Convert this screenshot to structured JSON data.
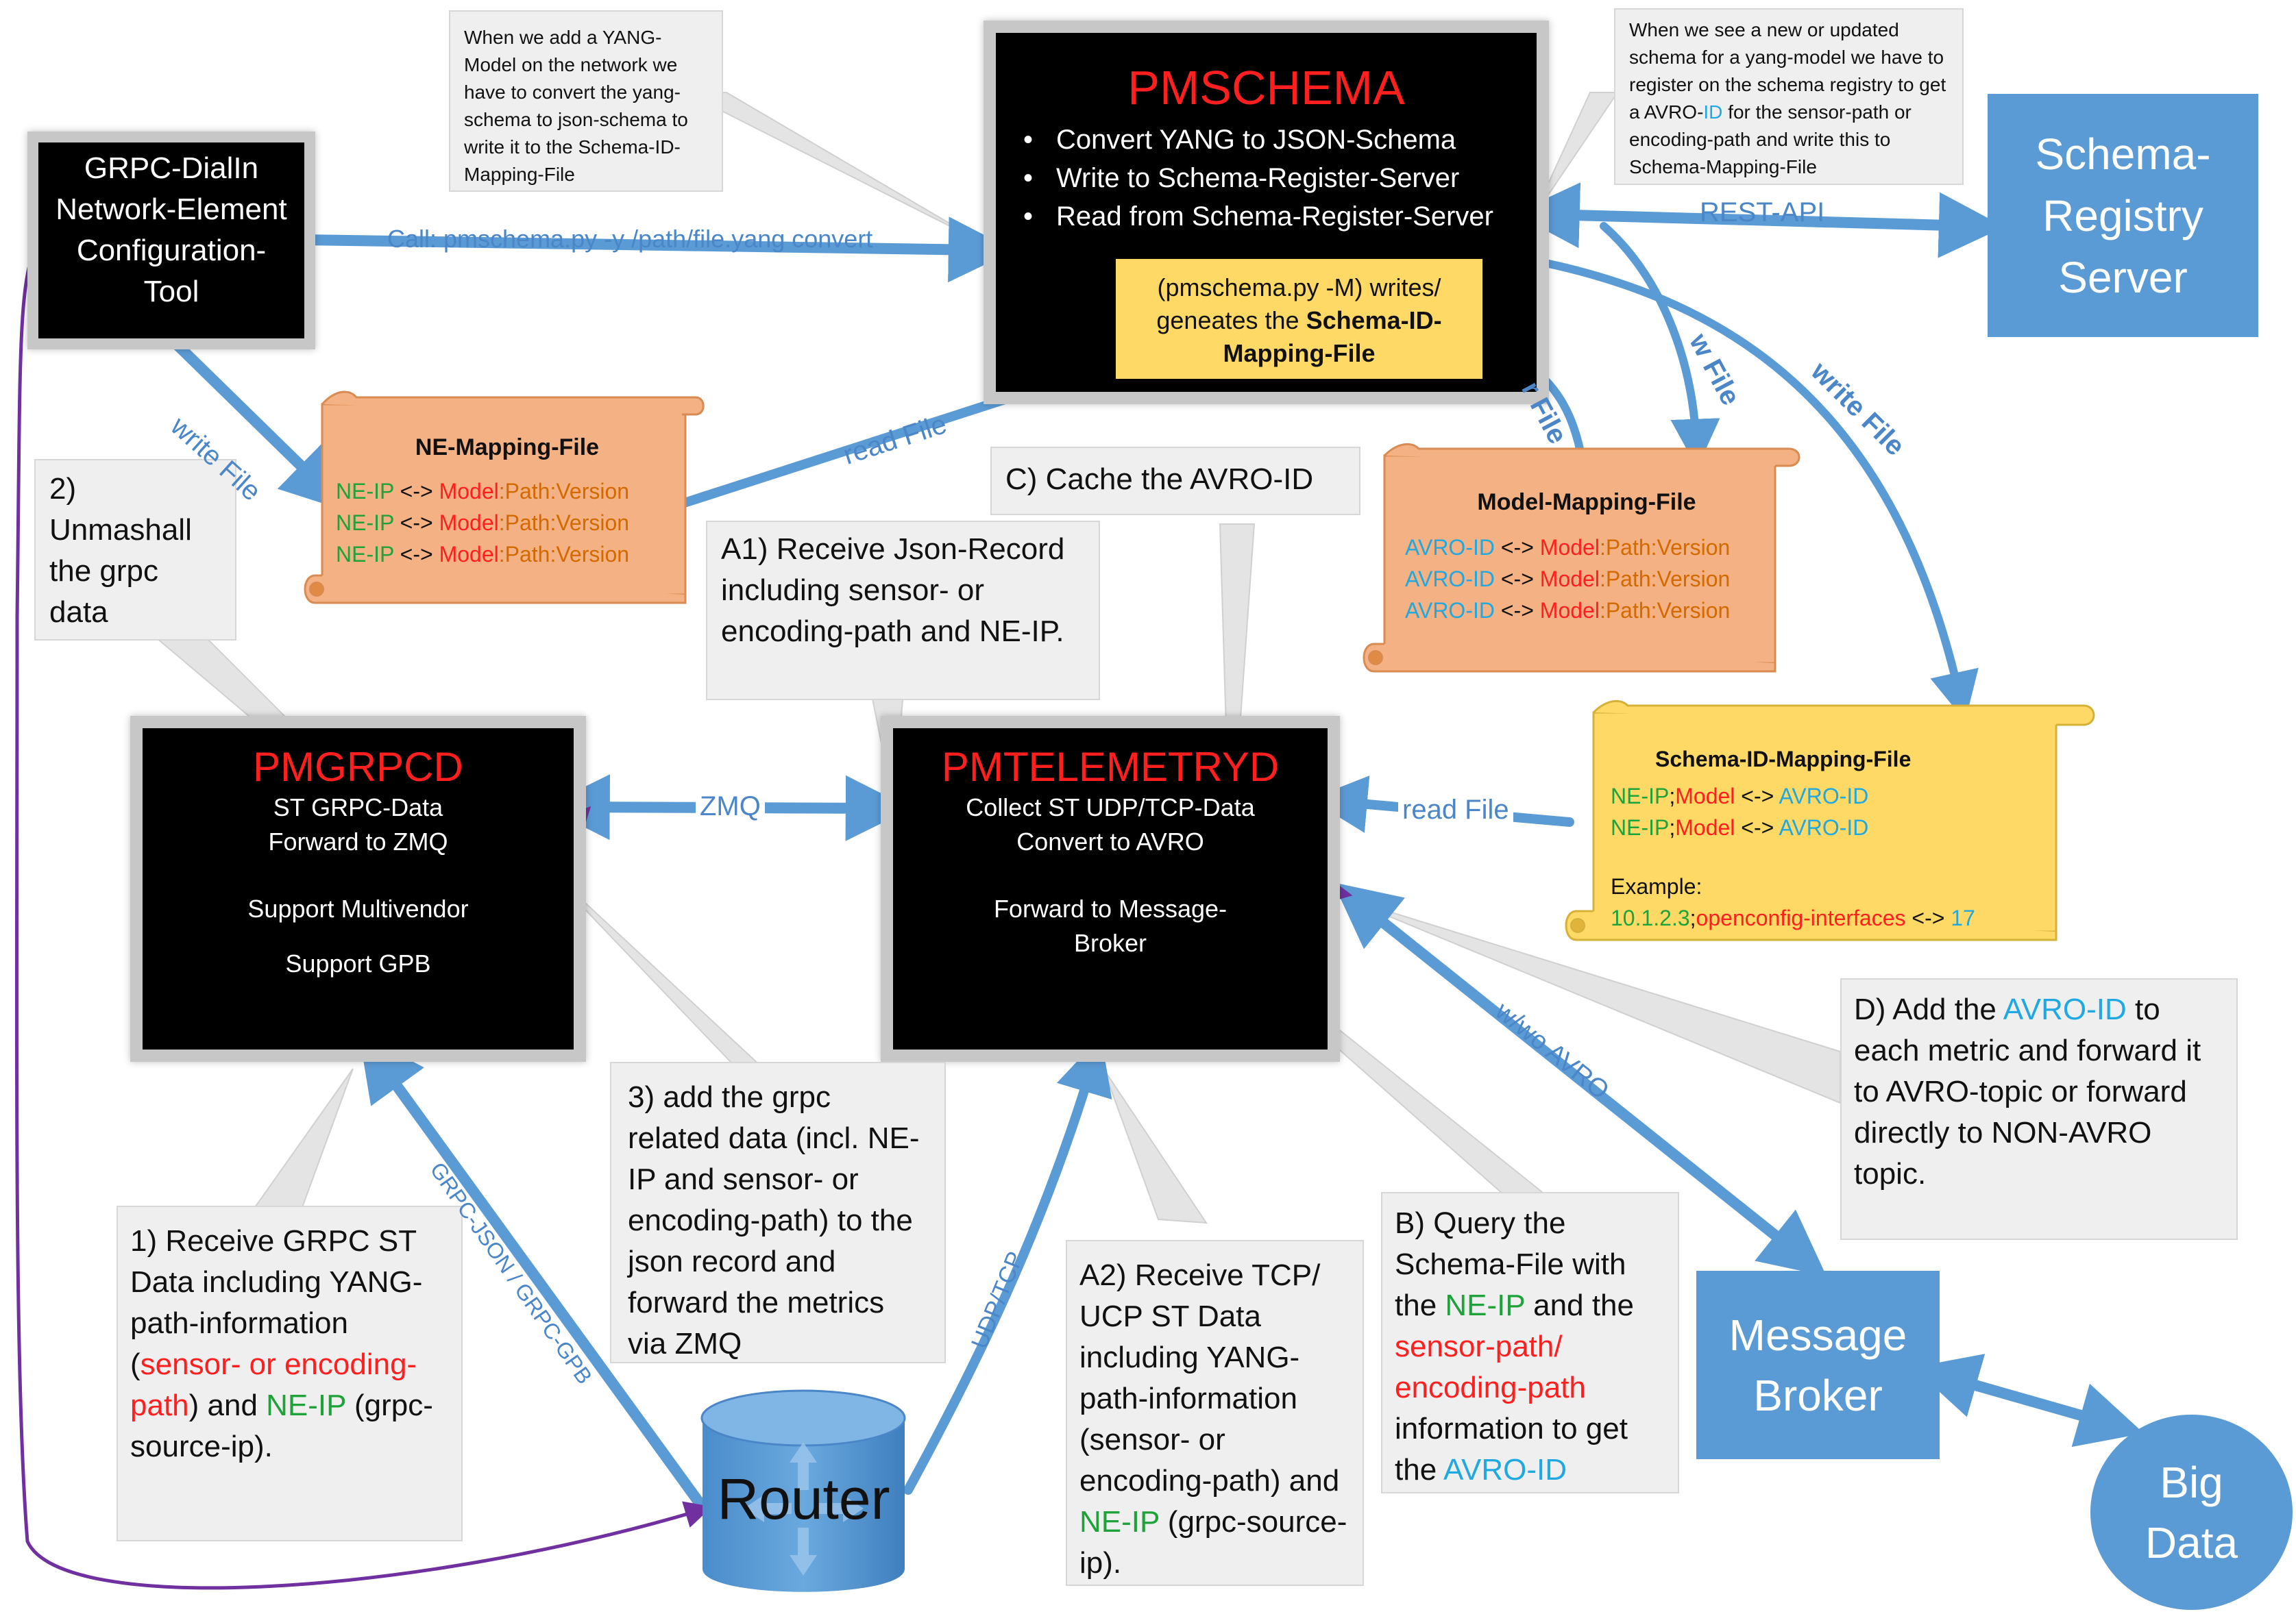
{
  "pmschema": {
    "title": "PMSCHEMA",
    "bullets": [
      "Convert YANG to JSON-Schema",
      "Write to Schema-Register-Server",
      "Read from Schema-Register-Server"
    ],
    "inner_box": {
      "line1": "(pmschema.py -M) writes/",
      "line2_prefix": "geneates the ",
      "line2_bold": "Schema-ID-",
      "line3_bold": "Mapping-File"
    }
  },
  "grpc_tool": {
    "lines": [
      "GRPC-DialIn",
      "Network-Element",
      "Configuration-",
      "Tool"
    ]
  },
  "schema_registry": {
    "lines": [
      "Schema-",
      "Registry",
      "Server"
    ]
  },
  "message_broker": {
    "lines": [
      "Message",
      "Broker"
    ]
  },
  "big_data": {
    "lines": [
      "Big",
      "Data"
    ]
  },
  "router": {
    "label": "Router"
  },
  "pmgrpcd": {
    "title": "PMGRPCD",
    "lines": [
      "ST GRPC-Data",
      "Forward to ZMQ",
      "",
      "Support Multivendor",
      "",
      "Support GPB"
    ]
  },
  "pmtelemetryd": {
    "title": "PMTELEMETRYD",
    "lines": [
      "Collect ST UDP/TCP-Data",
      "Convert to AVRO",
      "",
      "Forward to Message-",
      "Broker"
    ]
  },
  "ne_mapping": {
    "title": "NE-Mapping-File",
    "rows": [
      {
        "a": "NE-IP",
        "sep": " <-> ",
        "b": "Model",
        "c": ":Path:Version"
      },
      {
        "a": "NE-IP",
        "sep": " <-> ",
        "b": "Model",
        "c": ":Path:Version"
      },
      {
        "a": "NE-IP",
        "sep": " <-> ",
        "b": "Model",
        "c": ":Path:Version"
      }
    ]
  },
  "model_mapping": {
    "title": "Model-Mapping-File",
    "rows": [
      {
        "a": "AVRO-ID",
        "sep": " <-> ",
        "b": "Model",
        "c": ":Path:Version"
      },
      {
        "a": "AVRO-ID",
        "sep": " <-> ",
        "b": "Model",
        "c": ":Path:Version"
      },
      {
        "a": "AVRO-ID",
        "sep": " <-> ",
        "b": "Model",
        "c": ":Path:Version"
      }
    ]
  },
  "schema_id_mapping": {
    "title": "Schema-ID-Mapping-File",
    "rows": [
      {
        "a": "NE-IP",
        "sep1": ";",
        "b": "Model",
        "sep2": " <-> ",
        "c": "AVRO-ID"
      },
      {
        "a": "NE-IP",
        "sep1": ";",
        "b": "Model",
        "sep2": " <-> ",
        "c": "AVRO-ID"
      }
    ],
    "example_label": "Example:",
    "example": {
      "a": "10.1.2.3",
      "sep1": ";",
      "b": "openconfig-interfaces",
      "sep2": " <-> ",
      "c": "17"
    }
  },
  "callouts": {
    "yang_model": "When we add a YANG-Model on the network we have to convert the yang-schema to json-schema to write it to the Schema-ID-Mapping-File",
    "new_schema": {
      "p1": "When we see a new or updated schema for a yang-model we have to register on the schema registry to get a AVRO-",
      "p2": "ID",
      "p3": " for the sensor-path or encoding-path and write this to Schema-Mapping-File"
    },
    "unmarshall": "2) Unmashall the grpc data",
    "cache": "C) Cache the AVRO-ID",
    "a1": "A1) Receive Json-Record including sensor- or encoding-path and NE-IP.",
    "step3": "3) add the grpc related data (incl. NE-IP and sensor- or encoding-path) to the json record and forward the metrics via ZMQ",
    "step1": {
      "p1": "1) Receive GRPC ST Data including YANG-path-information (",
      "p2": "sensor- or encoding-path",
      "p3": ") and ",
      "p4": "NE-IP",
      "p5": " (grpc-source-ip)."
    },
    "a2": {
      "p1": "A2) Receive TCP/ UCP ST Data including YANG-path-information (sensor- or encoding-path) and ",
      "p2": "NE-IP",
      "p3": " (grpc-source-ip)."
    },
    "b": {
      "p1": "B) Query the Schema-File with the ",
      "p2": "NE-IP",
      "p3": " and the ",
      "p4": "sensor-path/ encoding-path",
      "p5": " information to get the ",
      "p6": "AVRO-ID"
    },
    "d": {
      "p1": "D) Add the ",
      "p2": "AVRO-ID",
      "p3": " to each metric and forward it to AVRO-topic or forward directly to NON-AVRO topic."
    }
  },
  "edge_labels": {
    "call": "Call: pmschema.py -y /path/file.yang convert",
    "rest_api": "REST-API",
    "write_file": "write File",
    "read_file": "read File",
    "r_file": "r File",
    "w_file": "w File",
    "write_file_2": "write File",
    "zmq": "ZMQ",
    "read_file_2": "read File",
    "grpc_json": "GRPC-JSON / GRPC-GPB",
    "udp_tcp": "UDP/TCP",
    "w_wo_avro": "w/wo AVRO"
  },
  "colors": {
    "process_bg": "#000000",
    "process_frame": "#c7c7c7",
    "title_red": "#ff1f1f",
    "server_blue": "#5b9bd5",
    "arrow_blue": "#5b9bd5",
    "arrow_purple": "#7030a0",
    "scroll_orange": "#f4b183",
    "scroll_yellow": "#ffd966",
    "callout_grey": "#efefef"
  }
}
